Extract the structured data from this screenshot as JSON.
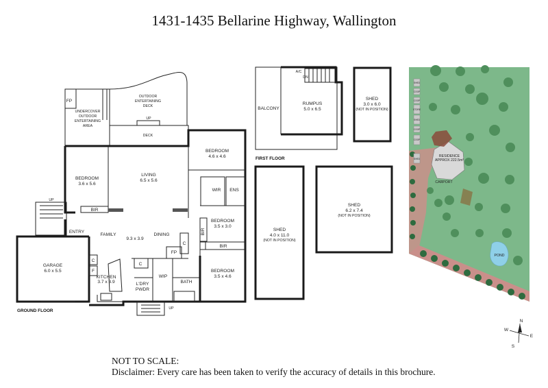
{
  "title": "1431-1435 Bellarine Highway, Wallington",
  "ground_floor": {
    "heading": "GROUND FLOOR",
    "rooms": {
      "fp": "FP",
      "undercover_1": "UNDERCOVER",
      "undercover_2": "OUTDOOR",
      "undercover_3": "ENTERTAINING",
      "undercover_4": "AREA",
      "outdoor_1": "OUTDOOR",
      "outdoor_2": "ENTERTAINING",
      "outdoor_3": "DECK",
      "up": "UP",
      "deck": "DECK",
      "bedroom_w": "BEDROOM",
      "bedroom_w_dim": "3.6 x 5.6",
      "living": "LIVING",
      "living_dim": "6.5 x 5.6",
      "bedroom_ne": "BEDROOM",
      "bedroom_ne_dim": "4.6 x 4.6",
      "wir": "WIR",
      "ens": "ENS",
      "bir": "BIR",
      "bedroom_e": "BEDROOM",
      "bedroom_e_dim": "3.5 x 3.0",
      "entry": "ENTRY",
      "family": "FAMILY",
      "family_dining_dim": "9.3 x 3.9",
      "dining": "DINING",
      "garage": "GARAGE",
      "garage_dim": "6.0 x 5.5",
      "c": "C",
      "f": "F",
      "kitchen": "KITCHEN",
      "kitchen_dim": "3.7 x 3.9",
      "ldry": "L'DRY",
      "pwdr": "PWDR",
      "wip": "WIP",
      "bath": "BATH",
      "bedroom_se": "BEDROOM",
      "bedroom_se_dim": "3.5 x 4.6"
    }
  },
  "first_floor": {
    "heading": "FIRST FLOOR",
    "ac": "A/C",
    "dn": "DN",
    "balcony": "BALCONY",
    "rumpus": "RUMPUS",
    "rumpus_dim": "5.0 x 6.5"
  },
  "sheds": {
    "shed_a": "SHED",
    "shed_a_dim": "3.0 x 6.0",
    "shed_a_note": "(NOT IN POSITION)",
    "shed_b": "SHED",
    "shed_b_dim": "4.0 x 11.0",
    "shed_b_note": "(NOT IN POSITION)",
    "shed_c": "SHED",
    "shed_c_dim": "6.2 x 7.4",
    "shed_c_note": "(NOT IN POSITION)"
  },
  "site": {
    "residence": "RESIDENCE",
    "residence_area": "APPROX 222.5m²",
    "coop_labels": [
      "SHED",
      "COOP",
      "COOP",
      "STORE",
      "SHED",
      "COOP",
      "COOP",
      "SHED"
    ],
    "carport": "CARPORT",
    "pond": "POND"
  },
  "compass": {
    "n": "N",
    "e": "E",
    "s": "S",
    "w": "W"
  },
  "colors": {
    "grass": "#7db88a",
    "hedge": "#2e6b3f",
    "path": "#c98f8a",
    "pond": "#8fd0e8"
  },
  "footer": {
    "line1": "NOT TO SCALE:",
    "line2": "Disclaimer: Every care has been taken to verify the accuracy of details in this brochure."
  }
}
